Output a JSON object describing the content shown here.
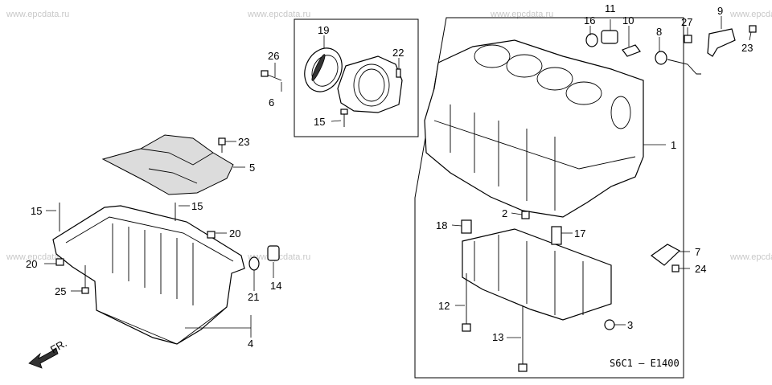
{
  "watermark": "www.epcdata.ru",
  "diagram_code": "S6C1 – E1400",
  "direction_label": "FR.",
  "callouts": [
    "1",
    "2",
    "3",
    "4",
    "5",
    "6",
    "7",
    "8",
    "9",
    "10",
    "11",
    "12",
    "13",
    "14",
    "15",
    "16",
    "17",
    "18",
    "19",
    "20",
    "21",
    "22",
    "23",
    "24",
    "25",
    "26",
    "27"
  ],
  "labels": {
    "c19": "19",
    "c22": "22",
    "c26": "26",
    "c6": "6",
    "c15a": "15",
    "c16": "16",
    "c11": "11",
    "c10": "10",
    "c8": "8",
    "c27": "27",
    "c9": "9",
    "c23a": "23",
    "c1": "1",
    "c23b": "23",
    "c5": "5",
    "c15b": "15",
    "c15c": "15",
    "c20a": "20",
    "c20b": "20",
    "c25": "25",
    "c14": "14",
    "c21": "21",
    "c4": "4",
    "c2": "2",
    "c18": "18",
    "c17": "17",
    "c12": "12",
    "c13": "13",
    "c3": "3",
    "c7": "7",
    "c24": "24"
  }
}
